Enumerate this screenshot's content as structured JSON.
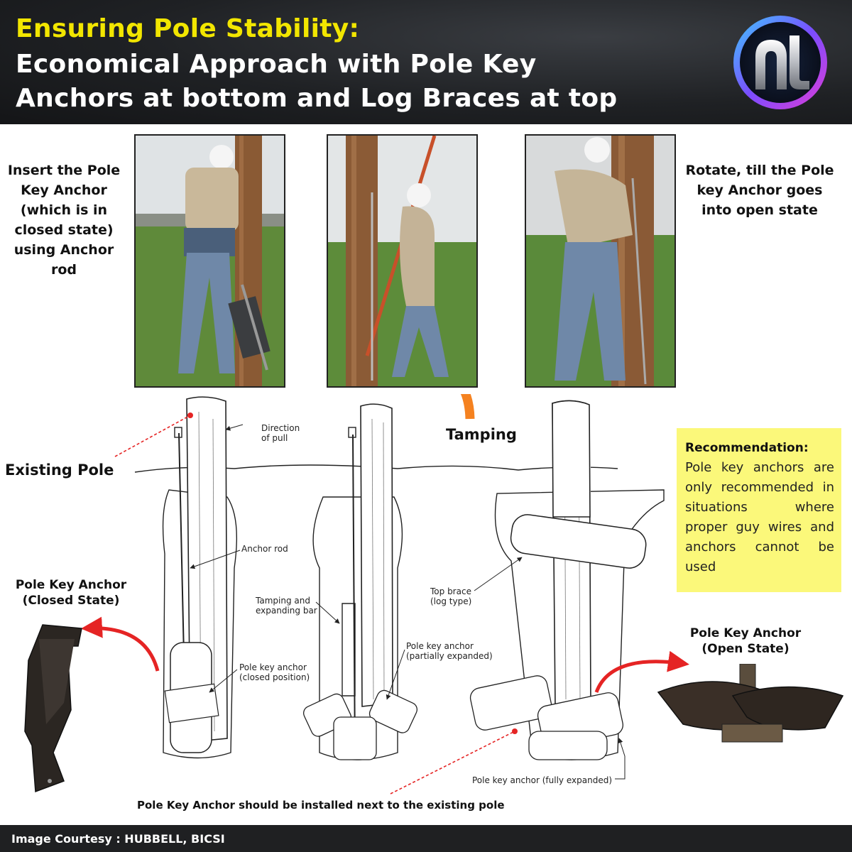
{
  "header": {
    "title_line1": "Ensuring Pole Stability:",
    "title_line2": "Economical Approach with Pole Key",
    "title_line3": "Anchors at bottom and Log Braces at top",
    "logo_icon": "nl-logo-icon"
  },
  "instructions": {
    "left": "Insert the Pole Key Anchor (which is in closed state) using Anchor rod",
    "right": "Rotate, till the Pole key Anchor goes into open state"
  },
  "photos": [
    {
      "name": "photo-insert-anchor"
    },
    {
      "name": "photo-tamping"
    },
    {
      "name": "photo-rotate-anchor"
    }
  ],
  "diagram": {
    "direction_of_pull": "Direction\nof pull",
    "anchor_rod": "Anchor rod",
    "tamping_bar": "Tamping and\nexpanding bar",
    "closed_position": "Pole key anchor\n(closed position)",
    "partially_expanded": "Pole key anchor\n(partially expanded)",
    "top_brace": "Top brace\n(log type)",
    "fully_expanded": "Pole key anchor (fully expanded)"
  },
  "callouts": {
    "existing_pole": "Existing Pole",
    "tamping": "Tamping",
    "closed_state": "Pole Key Anchor (Closed State)",
    "open_state": "Pole Key Anchor (Open State)",
    "install_note": "Pole Key Anchor should be installed next to the existing pole"
  },
  "recommendation": {
    "title": "Recommendation:",
    "body": "Pole key anchors are only recommended in situations where proper guy wires and anchors cannot be used"
  },
  "footer": {
    "credit": "Image Courtesy : HUBBELL, BICSI"
  },
  "colors": {
    "title_yellow": "#f2e600",
    "arrow_red": "#e52424",
    "arrow_orange": "#f58220",
    "recommend_bg": "#fbf87a",
    "header_bg": "#1f2124"
  }
}
